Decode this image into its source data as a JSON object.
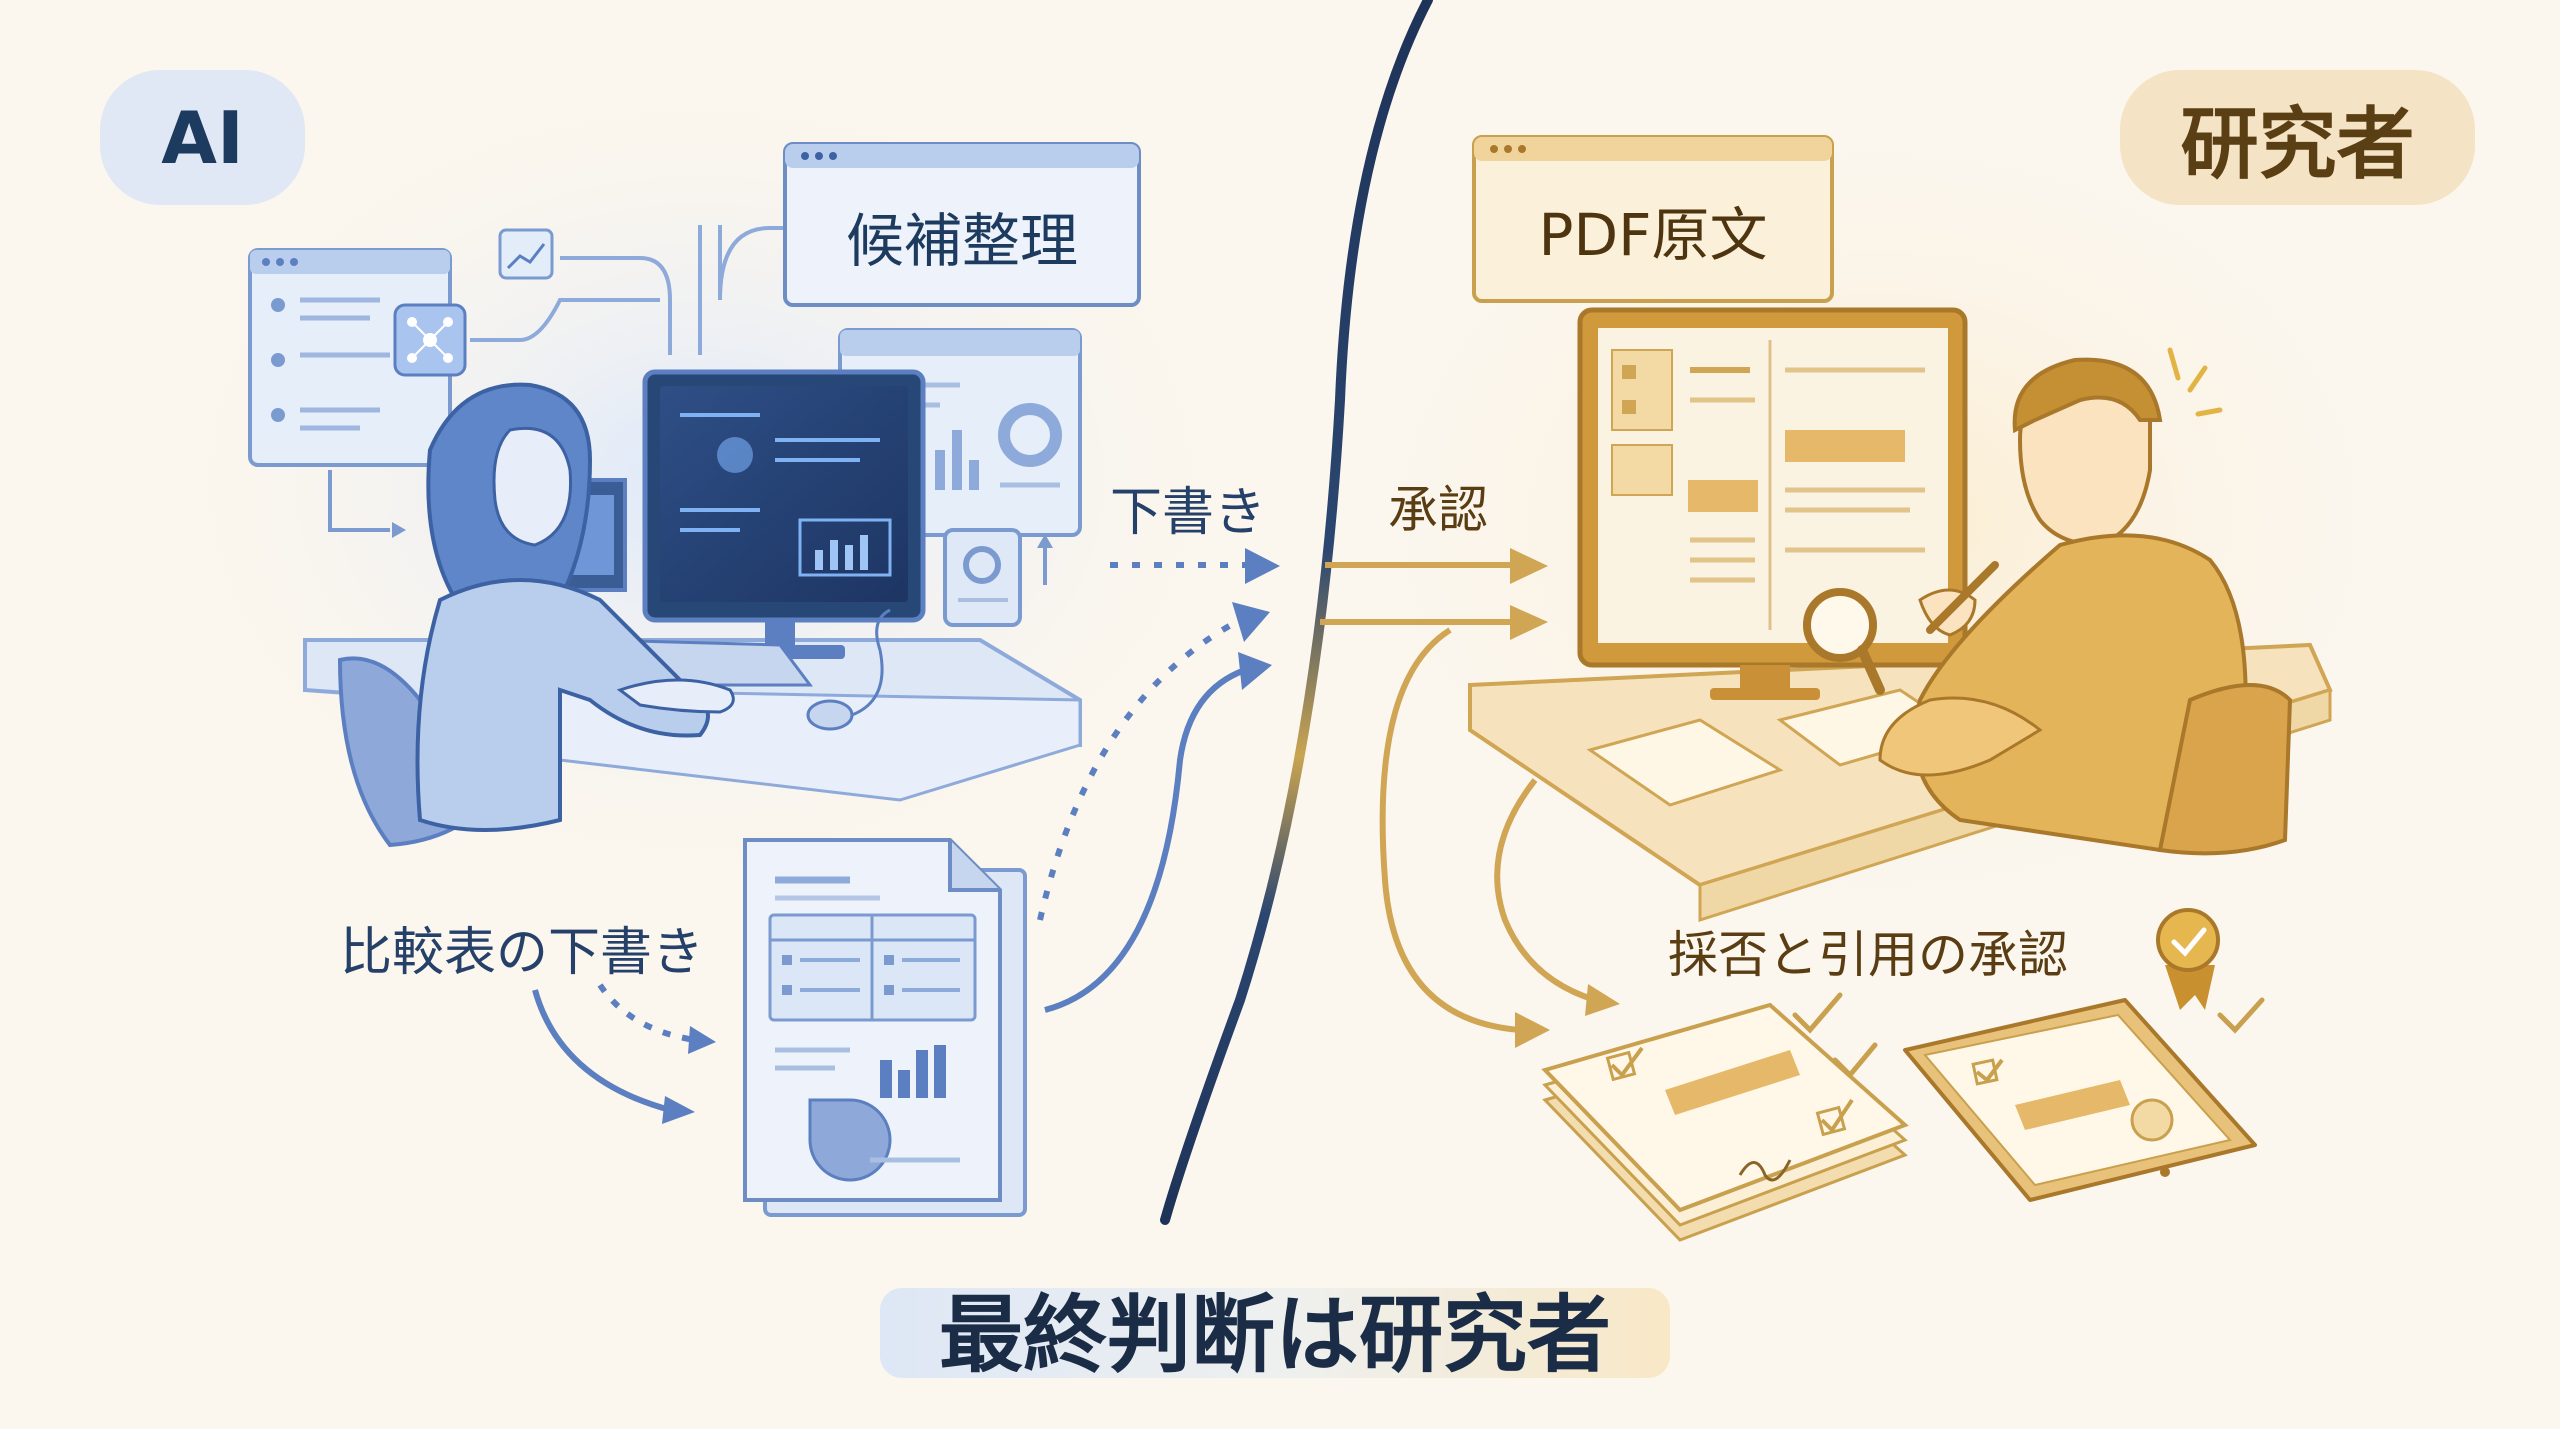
{
  "ai_side": {
    "badge": "AI",
    "window_label": "候補整理",
    "arrow_label": "下書き",
    "doc_label": "比較表の下書き",
    "accent": "#5b7fc0"
  },
  "researcher_side": {
    "badge": "研究者",
    "window_label": "PDF原文",
    "arrow_label": "承認",
    "result_label": "採否と引用の承認",
    "accent": "#c9a04e"
  },
  "footer": {
    "title": "最終判断は研究者"
  },
  "icons": [
    "network-icon",
    "chart-icon",
    "magnifier-icon",
    "pen-icon",
    "award-badge-icon",
    "checkmark-icon",
    "sparkle-icon"
  ]
}
